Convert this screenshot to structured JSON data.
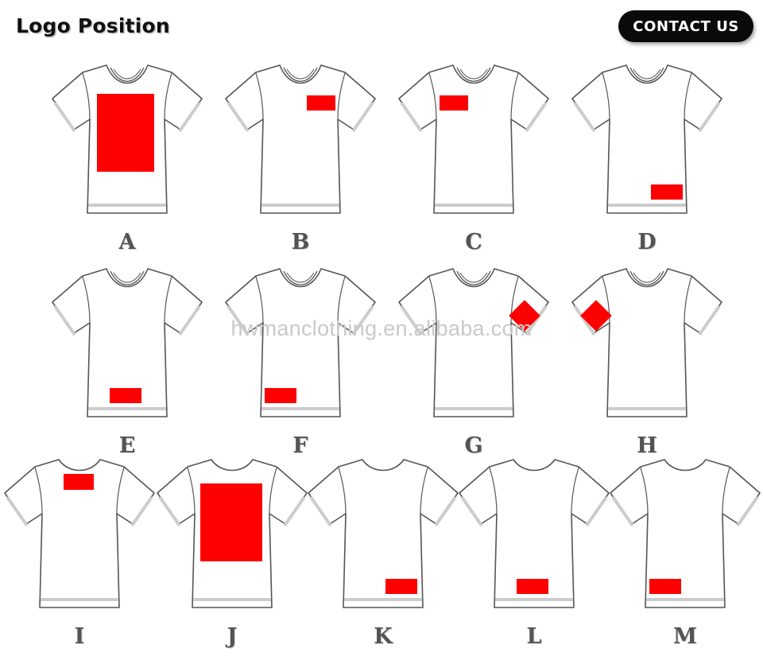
{
  "header": {
    "title": "Logo Position",
    "contact_button": "CONTACT US"
  },
  "watermark": "hwmanclothing.en.alibaba.com",
  "colors": {
    "logo_red": "#FF0000",
    "outline": "#555555",
    "shadow_gray": "#cccccc",
    "label_gray": "#545454",
    "button_bg": "#0a0a0a",
    "button_text": "#ffffff",
    "watermark": "#c9c9c9",
    "background": "#ffffff"
  },
  "diagram": {
    "title": "Logo Position",
    "type": "t-shirt logo placement chart",
    "rows": 3,
    "columns": [
      4,
      4,
      5
    ],
    "total_positions": 13,
    "positions": [
      {
        "label": "A",
        "view": "front",
        "placement": "full front center chest",
        "shape": "rectangle",
        "row": 1,
        "col": 1
      },
      {
        "label": "B",
        "view": "front",
        "placement": "right chest",
        "shape": "rectangle",
        "row": 1,
        "col": 2
      },
      {
        "label": "C",
        "view": "front",
        "placement": "left chest",
        "shape": "rectangle",
        "row": 1,
        "col": 3
      },
      {
        "label": "D",
        "view": "front",
        "placement": "front bottom right hem",
        "shape": "rectangle",
        "row": 1,
        "col": 4
      },
      {
        "label": "E",
        "view": "front",
        "placement": "front bottom center hem",
        "shape": "rectangle",
        "row": 2,
        "col": 1
      },
      {
        "label": "F",
        "view": "front",
        "placement": "front bottom left hem",
        "shape": "rectangle",
        "row": 2,
        "col": 2
      },
      {
        "label": "G",
        "view": "front",
        "placement": "right sleeve",
        "shape": "diamond",
        "row": 2,
        "col": 3
      },
      {
        "label": "H",
        "view": "front",
        "placement": "left sleeve",
        "shape": "diamond",
        "row": 2,
        "col": 4
      },
      {
        "label": "I",
        "view": "back",
        "placement": "upper back / nape",
        "shape": "rectangle",
        "row": 3,
        "col": 1
      },
      {
        "label": "J",
        "view": "back",
        "placement": "full back center",
        "shape": "rectangle",
        "row": 3,
        "col": 2
      },
      {
        "label": "K",
        "view": "back",
        "placement": "back bottom right hem",
        "shape": "rectangle",
        "row": 3,
        "col": 3
      },
      {
        "label": "L",
        "view": "back",
        "placement": "back bottom center hem",
        "shape": "rectangle",
        "row": 3,
        "col": 4
      },
      {
        "label": "M",
        "view": "back",
        "placement": "back bottom left hem",
        "shape": "rectangle",
        "row": 3,
        "col": 5
      }
    ]
  }
}
